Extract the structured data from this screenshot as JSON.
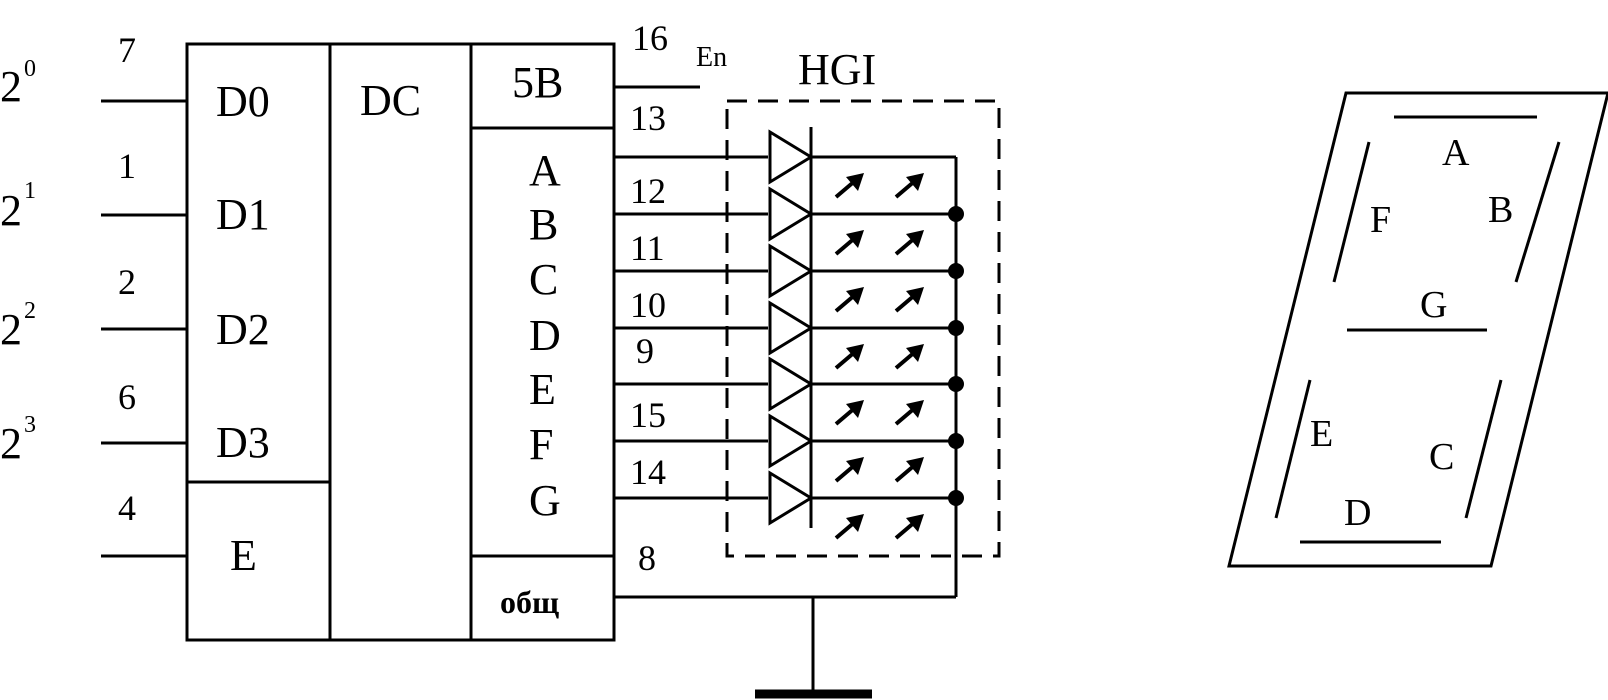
{
  "inputs": [
    {
      "base": "2",
      "exp": "0",
      "pin": "7",
      "label": "D0"
    },
    {
      "base": "2",
      "exp": "1",
      "pin": "1",
      "label": "D1"
    },
    {
      "base": "2",
      "exp": "2",
      "pin": "2",
      "label": "D2"
    },
    {
      "base": "2",
      "exp": "3",
      "pin": "6",
      "label": "D3"
    }
  ],
  "enable_input": {
    "pin": "4",
    "label": "E"
  },
  "decoder_label": "DC",
  "power": {
    "label": "5B",
    "pin": "16",
    "net": "En"
  },
  "outputs": [
    {
      "label": "A",
      "pin": "12"
    },
    {
      "label": "B",
      "pin": "11"
    },
    {
      "label": "C",
      "pin": "10"
    },
    {
      "label": "D",
      "pin": "9"
    },
    {
      "label": "E",
      "pin": "15"
    },
    {
      "label": "F",
      "pin": "14"
    },
    {
      "label": "G",
      "pin": ""
    }
  ],
  "extra_pin": "13",
  "common": {
    "label": "общ",
    "pin": "8"
  },
  "indicator_label": "HGI",
  "segments": [
    "A",
    "B",
    "F",
    "G",
    "E",
    "C",
    "D"
  ],
  "colors": {
    "ink": "#000000",
    "background": "#ffffff"
  }
}
